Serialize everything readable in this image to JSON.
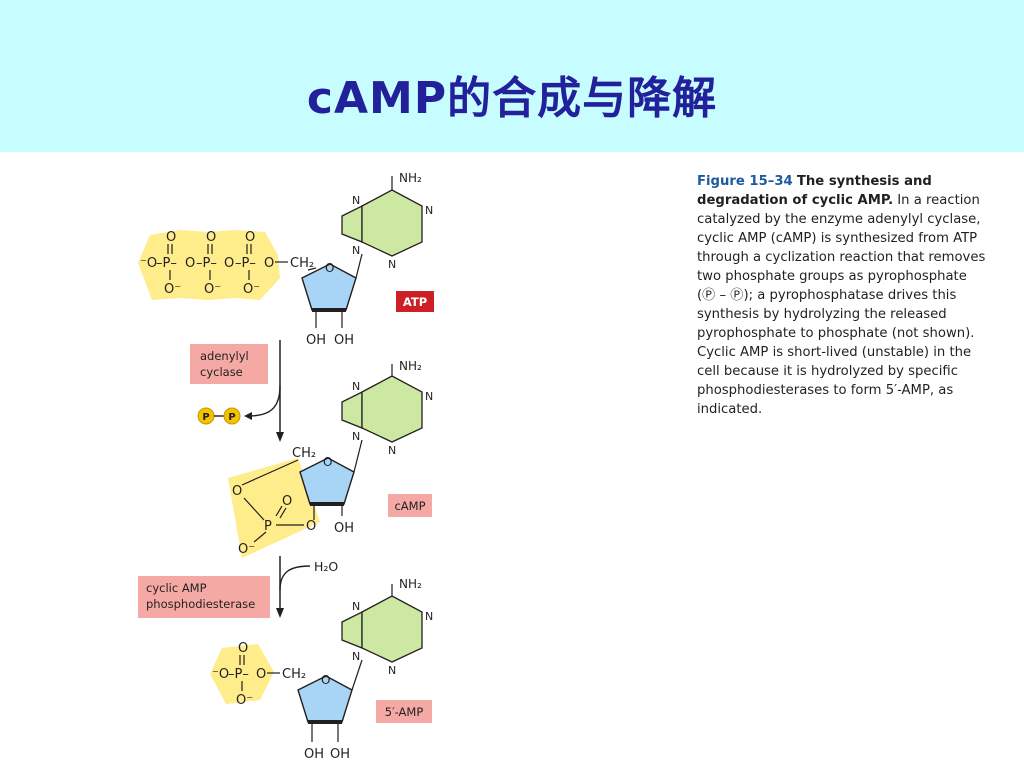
{
  "title": "cAMP的合成与降解",
  "caption": {
    "figure_number": "Figure 15–34",
    "figure_title": "The synthesis and degradation of cyclic AMP.",
    "body": "In a reaction catalyzed by the enzyme adenylyl cyclase, cyclic AMP (cAMP) is synthesized from ATP through a cyclization reaction that removes two phosphate groups as pyrophosphate (Ⓟ – Ⓟ); a pyrophosphatase drives this synthesis by hydrolyzing the released pyrophosphate to phosphate (not shown). Cyclic AMP is short-lived (unstable) in the cell because it is hydrolyzed by specific phosphodiesterases to form 5′-AMP, as indicated."
  },
  "diagram": {
    "atp_label": "ATP",
    "camp_label": "cAMP",
    "amp_label": "5′-AMP",
    "enzyme1": {
      "line1": "adenylyl",
      "line2": "cyclase"
    },
    "enzyme2": {
      "line1": "cyclic AMP",
      "line2": "phosphodiesterase"
    },
    "water": "H₂O",
    "pp_symbol": "P",
    "nh2": "NH₂",
    "n": "N",
    "oh": "OH",
    "o": "O",
    "o_minus": "O⁻",
    "minus_o": "⁻O",
    "p": "P",
    "ch2": "CH₂",
    "o_bond": "–O–",
    "p_dash": "–P–"
  },
  "colors": {
    "header_bg": "#c8fdff",
    "title_color": "#22209a",
    "phosphate_fill": "#ffec8b",
    "ribose_fill": "#a8d4f5",
    "adenine_fill": "#cde8a2",
    "label_red": "#cc1f26",
    "label_pink": "#f5a9a5",
    "pp_fill": "#f2c400"
  }
}
